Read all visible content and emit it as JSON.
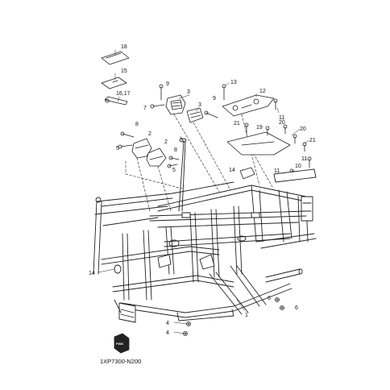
{
  "diagram": {
    "code": "1XP7300-N200",
    "fwd_label": "FWD",
    "callouts": [
      {
        "id": "c18",
        "label": "18"
      },
      {
        "id": "c15",
        "label": "15"
      },
      {
        "id": "c1617",
        "label": "16,17"
      },
      {
        "id": "c9a",
        "label": "9"
      },
      {
        "id": "c3a",
        "label": "3"
      },
      {
        "id": "c7",
        "label": "7"
      },
      {
        "id": "c3b",
        "label": "3"
      },
      {
        "id": "c9b",
        "label": "9"
      },
      {
        "id": "c13",
        "label": "13"
      },
      {
        "id": "c12",
        "label": "12"
      },
      {
        "id": "c11a",
        "label": "11"
      },
      {
        "id": "c21a",
        "label": "21"
      },
      {
        "id": "c19",
        "label": "19"
      },
      {
        "id": "c20a",
        "label": "20"
      },
      {
        "id": "c20b",
        "label": "20"
      },
      {
        "id": "c21b",
        "label": "21"
      },
      {
        "id": "c11b",
        "label": "11"
      },
      {
        "id": "c11c",
        "label": "11"
      },
      {
        "id": "c10",
        "label": "10"
      },
      {
        "id": "c8a",
        "label": "8"
      },
      {
        "id": "c5a",
        "label": "5"
      },
      {
        "id": "c2a",
        "label": "2"
      },
      {
        "id": "c2b",
        "label": "2"
      },
      {
        "id": "c8b",
        "label": "8"
      },
      {
        "id": "c5b",
        "label": "5"
      },
      {
        "id": "c14a",
        "label": "14"
      },
      {
        "id": "c14b",
        "label": "14"
      },
      {
        "id": "c6a",
        "label": "6"
      },
      {
        "id": "c6b",
        "label": "6"
      },
      {
        "id": "c1",
        "label": "1"
      },
      {
        "id": "c4a",
        "label": "4"
      },
      {
        "id": "c4b",
        "label": "4"
      }
    ]
  }
}
